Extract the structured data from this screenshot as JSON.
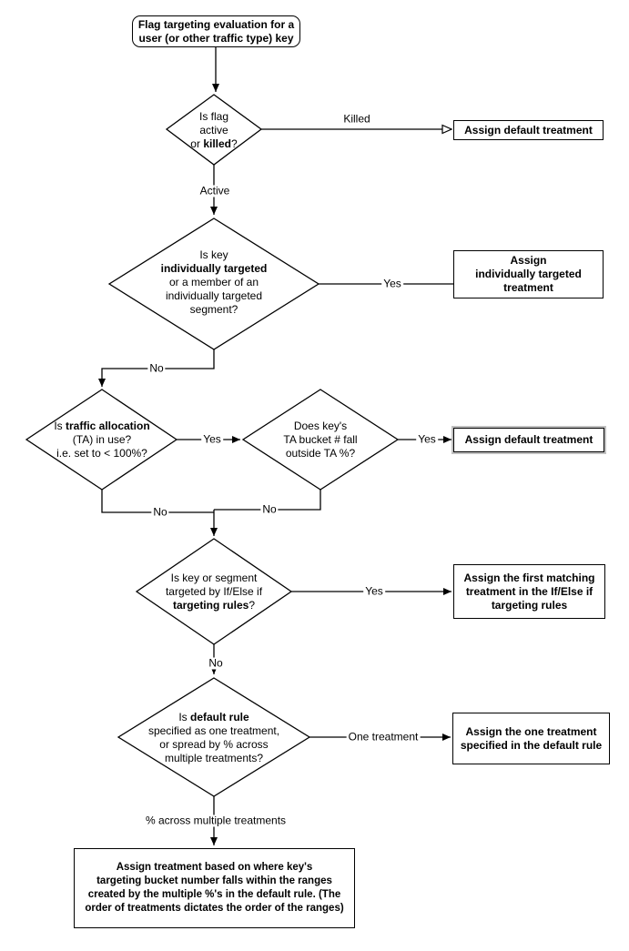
{
  "nodes": {
    "start": {
      "line1": "Flag targeting evaluation for a",
      "line2": "user (or other traffic type) key"
    },
    "d1": {
      "l1": "Is flag",
      "l2": "active",
      "l3a": "or ",
      "l3b": "killed",
      "l3c": "?"
    },
    "a1": {
      "text": "Assign default treatment"
    },
    "d2": {
      "l1": "Is key",
      "l2": "individually targeted",
      "l3": "or a member of an",
      "l4": "individually targeted",
      "l5": "segment?"
    },
    "a2": {
      "l1": "Assign",
      "l2": "individually targeted",
      "l3": "treatment"
    },
    "d3": {
      "l1a": "Is ",
      "l1b": "traffic allocation",
      "l2": "(TA) in use?",
      "l3": "i.e. set to < 100%?"
    },
    "d4": {
      "l1": "Does key's",
      "l2": "TA bucket # fall",
      "l3": "outside TA %?"
    },
    "a3": {
      "text": "Assign default treatment"
    },
    "d5": {
      "l1": "Is key or segment",
      "l2": "targeted by If/Else if",
      "l3a": "targeting rules",
      "l3b": "?"
    },
    "a4": {
      "l1": "Assign the first matching",
      "l2": "treatment in the If/Else if",
      "l3": "targeting rules"
    },
    "d6": {
      "l1a": "Is ",
      "l1b": "default rule",
      "l2": "specified as one treatment,",
      "l3": "or spread by % across",
      "l4": "multiple treatments?"
    },
    "a5": {
      "l1": "Assign the one treatment",
      "l2": "specified in the default rule"
    },
    "a6": {
      "l1": "Assign treatment based on where key's",
      "l2": "targeting bucket number falls within the ranges",
      "l3": "created by the multiple %'s in the default rule. (The",
      "l4": "order of treatments dictates the order of the ranges)"
    }
  },
  "edge_labels": {
    "killed": "Killed",
    "active": "Active",
    "yes_individually_targeted": "Yes",
    "no_not_individually_targeted": "No",
    "yes_ta_in_use": "Yes",
    "yes_outside_ta": "Yes",
    "no_ta_not_in_use": "No",
    "no_inside_ta": "No",
    "yes_targeting_rules": "Yes",
    "no_targeting_rules": "No",
    "one_treatment": "One treatment",
    "pct_across_multiple": "% across multiple treatments"
  },
  "colors": {
    "stroke": "#000000",
    "background": "#ffffff",
    "selection_halo": "#c0c0c0"
  }
}
